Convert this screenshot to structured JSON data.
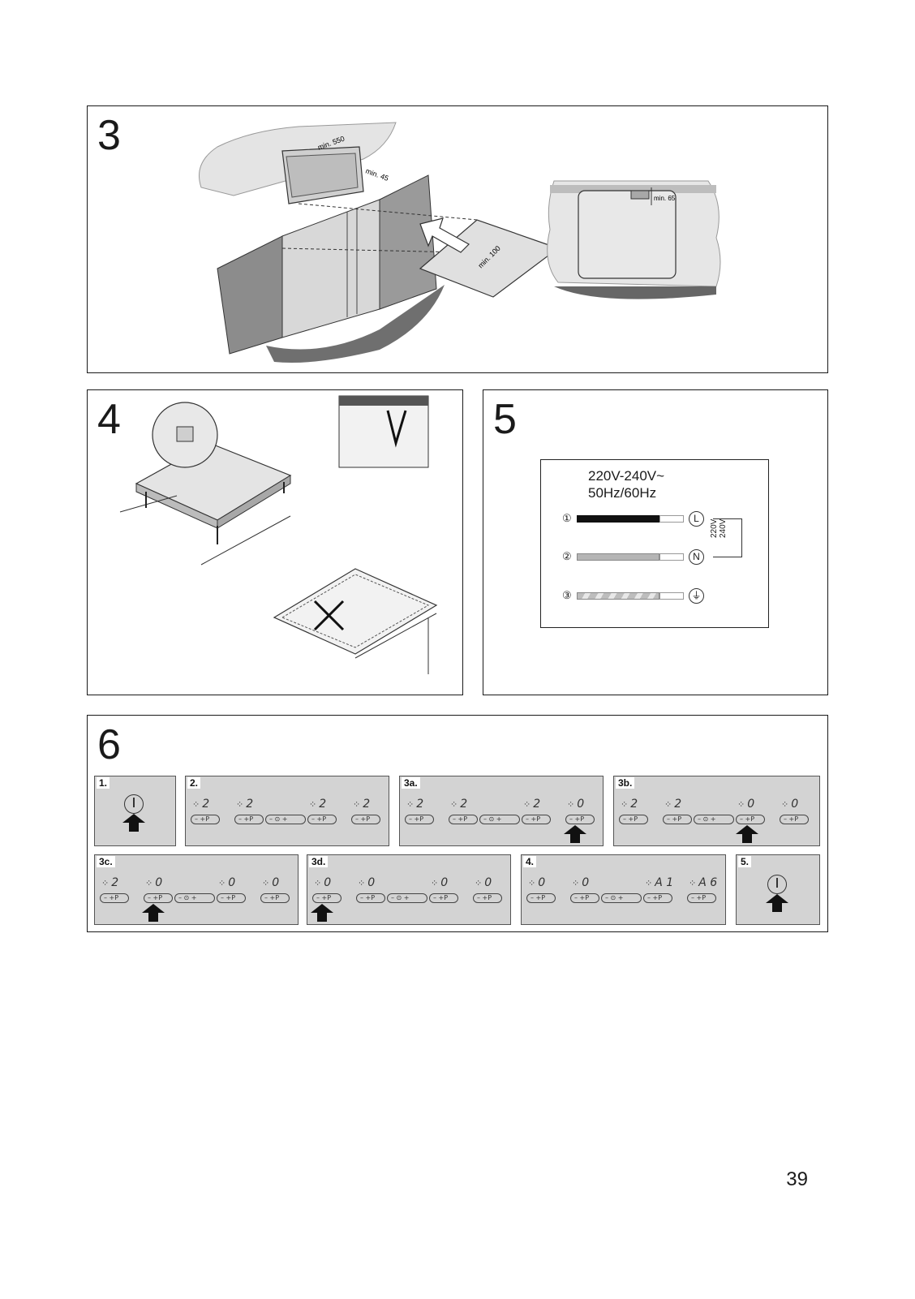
{
  "steps": {
    "s3": {
      "number": "3",
      "dim_550": "min. 550",
      "dim_45": "min. 45",
      "dim_100": "min. 100",
      "dim_65": "min. 65"
    },
    "s4": {
      "number": "4"
    },
    "s5": {
      "number": "5",
      "voltage": "220V-240V~",
      "frequency": "50Hz/60Hz",
      "wires": [
        {
          "num": "①",
          "terminal": "L"
        },
        {
          "num": "②",
          "terminal": "N"
        },
        {
          "num": "③",
          "terminal": "⏚"
        }
      ],
      "v220": "220V",
      "v240": "240V"
    },
    "s6": {
      "number": "6",
      "panels": {
        "p1": "1.",
        "p2": "2.",
        "p3a": "3a.",
        "p3b": "3b.",
        "p3c": "3c.",
        "p3d": "3d.",
        "p4": "4.",
        "p5": "5."
      },
      "controls": {
        "minus": "–",
        "plus_p": "+P",
        "timer": "⊙",
        "plus": "+"
      },
      "digits": {
        "p2": [
          "2",
          "2",
          "2",
          "2"
        ],
        "p3a": [
          "2",
          "2",
          "2",
          "0"
        ],
        "p3b": [
          "2",
          "2",
          "0",
          "0"
        ],
        "p3c": [
          "2",
          "0",
          "0",
          "0"
        ],
        "p3d": [
          "0",
          "0",
          "0",
          "0"
        ],
        "p4": [
          "0",
          "0",
          "A 1",
          "A 6"
        ]
      }
    }
  },
  "page_number": "39"
}
